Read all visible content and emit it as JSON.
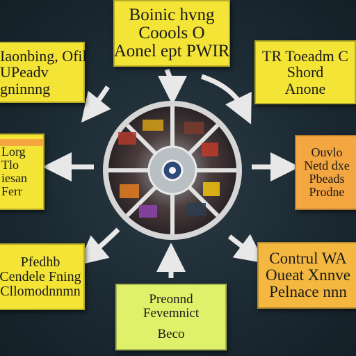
{
  "colors": {
    "background": "#1c2a33",
    "card_yellow": "#f3e436",
    "card_orange": "#f4a640",
    "card_lightgreen": "#dff06a",
    "wheel_rim": "#c9c9c9",
    "arrow": "#e8e8e8"
  },
  "center": {
    "icon": "roulette-wheel-icon"
  },
  "cards": {
    "top": {
      "lines": [
        "Boinic hvng",
        "Coools O",
        "Aonel ept PWIR"
      ]
    },
    "top_left": {
      "lines": [
        "Iaonbing, Ofil",
        "UPeadv",
        "gninnng"
      ]
    },
    "top_right": {
      "lines": [
        "TR Toeadm C",
        "Shord",
        "Anone"
      ]
    },
    "left": {
      "lines": [
        "Lorg",
        "Tlo",
        "iesan",
        "Ferr"
      ]
    },
    "right": {
      "lines": [
        "Ouvlo",
        "Netd dxe",
        "Pbeads",
        "Prodne"
      ]
    },
    "bottom_left": {
      "lines": [
        "Pfedhb",
        "Cendele Fning",
        "Cllomodnnmn"
      ]
    },
    "bottom_right": {
      "lines": [
        "Contrul WA",
        "Oueat Xnnve",
        "Pelnace nnn"
      ]
    },
    "bottom": {
      "lines": [
        "Preonnd",
        "Fevemnict",
        "Beco"
      ]
    }
  }
}
